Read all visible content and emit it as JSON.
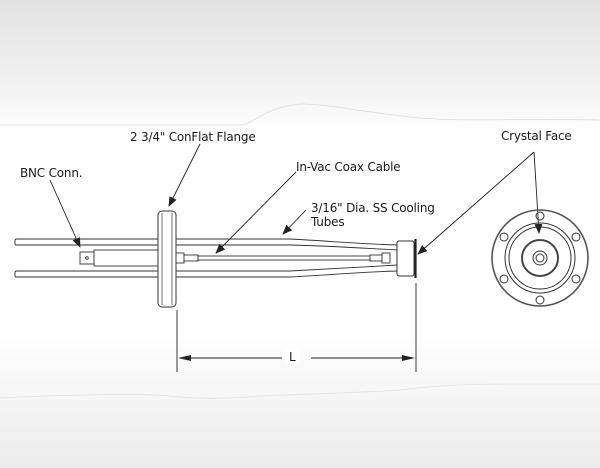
{
  "diagram": {
    "title": "Crystal sensor feedthrough assembly",
    "labels": {
      "conflat_flange": "2 3/4\" ConFlat Flange",
      "bnc_conn": "BNC Conn.",
      "in_vac_coax": "In-Vac Coax Cable",
      "cooling_tubes_line1": "3/16\" Dia. SS Cooling",
      "cooling_tubes_line2": "Tubes",
      "crystal_face": "Crystal Face",
      "dimension_length": "L"
    },
    "colors": {
      "line": "#2a2a2a",
      "stroke_light": "#555555",
      "text": "#1a1a1a"
    }
  }
}
